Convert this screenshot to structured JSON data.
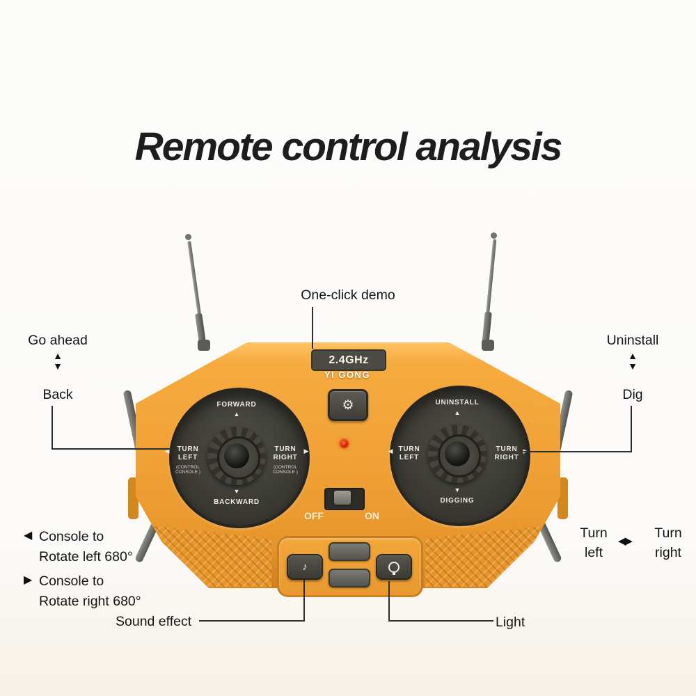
{
  "title": "Remote control analysis",
  "icons": {
    "up": "▲",
    "down": "▼",
    "left": "◀",
    "right": "▶",
    "gear": "⚙",
    "note": "♪"
  },
  "annotations": {
    "one_click_demo": "One-click demo",
    "go_ahead": "Go ahead",
    "back": "Back",
    "uninstall": "Uninstall",
    "dig": "Dig",
    "console_rotate_left_line1": "Console to",
    "console_rotate_left_line2": "Rotate left 680°",
    "console_rotate_right_line1": "Console to",
    "console_rotate_right_line2": "Rotate right 680°",
    "turn_left_line1": "Turn",
    "turn_left_line2": "left",
    "turn_right_line1": "Turn",
    "turn_right_line2": "right",
    "sound_effect": "Sound effect",
    "light": "Light"
  },
  "remote": {
    "frequency": "2.4GHz",
    "brand": "YI GONG",
    "switch_off": "OFF",
    "switch_on": "ON",
    "left_pad": {
      "top": "FORWARD",
      "bottom": "BACKWARD",
      "left_word1": "TURN",
      "left_word2": "LEFT",
      "left_note1": "(CONTROL",
      "left_note2": "CONSOLE )",
      "right_word1": "TURN",
      "right_word2": "RIGHT",
      "right_note1": "(CONTROL",
      "right_note2": "CONSOLE )"
    },
    "right_pad": {
      "top": "UNINSTALL",
      "bottom": "DIGGING",
      "left_word1": "TURN",
      "left_word2": "LEFT",
      "right_word1": "TURN",
      "right_word2": "RIGHT"
    }
  },
  "colors": {
    "body_orange": "#f0a135",
    "pad_dark": "#38372f",
    "accent_red": "#e01800"
  }
}
